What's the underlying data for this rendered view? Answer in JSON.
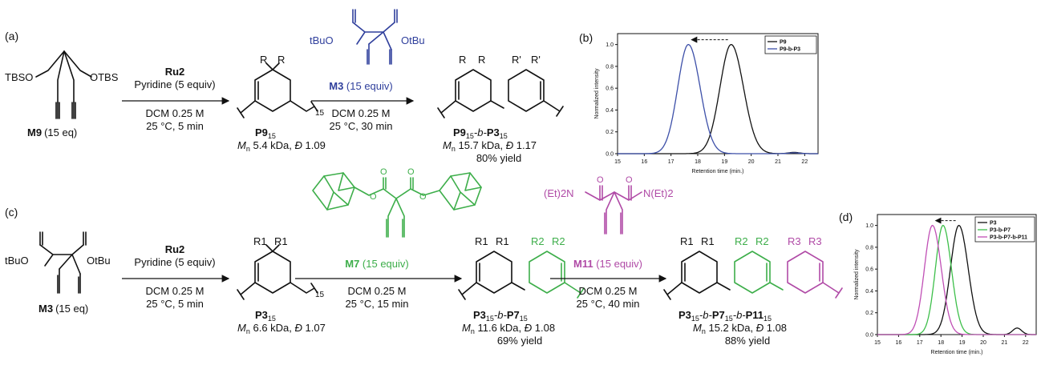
{
  "panels": {
    "a": "(a)",
    "b": "(b)",
    "c": "(c)",
    "d": "(d)"
  },
  "scheme_a": {
    "monomer": {
      "label": "M9",
      "equiv": "(15 eq)",
      "left_group": "TBSO",
      "right_group": "OTBS"
    },
    "step1": {
      "catalyst": "Ru2",
      "additive": "Pyridine (5 equiv)",
      "solvent": "DCM 0.25 M",
      "conditions": "25 °C, 5 min"
    },
    "product1": {
      "label": "P9",
      "sub": "15",
      "substituent": "R",
      "repeat": "15",
      "mn_label": "M",
      "mn_sub": "n",
      "mn_value": " 5.4 kDa, ",
      "disp_symbol": "Đ",
      "disp_value": " 1.09"
    },
    "reagent2": {
      "tbu_left": "tBuO",
      "tbu_right": "OtBu",
      "label": "M3",
      "equiv": " (15 equiv)"
    },
    "step2": {
      "solvent": "DCM 0.25 M",
      "conditions": "25 °C, 30 min"
    },
    "product2": {
      "p1": "P9",
      "s1": "15",
      "b": "-b-",
      "p2": "P3",
      "s2": "15",
      "substituent1": "R",
      "substituent2": "R'",
      "mn_label": "M",
      "mn_sub": "n",
      "mn_value": " 15.7 kDa, ",
      "disp_symbol": "Đ",
      "disp_value": " 1.17",
      "yield": "80% yield"
    }
  },
  "scheme_c": {
    "monomer": {
      "label": "M3",
      "equiv": "(15 eq)",
      "tbu_left": "tBuO",
      "tbu_right": "OtBu"
    },
    "step1": {
      "catalyst": "Ru2",
      "additive": "Pyridine (5 equiv)",
      "solvent": "DCM 0.25 M",
      "conditions": "25 °C, 5 min"
    },
    "product1": {
      "label": "P3",
      "sub": "15",
      "substituent": "R1",
      "repeat": "15",
      "mn_label": "M",
      "mn_sub": "n",
      "mn_value": " 6.6 kDa, ",
      "disp_symbol": "Đ",
      "disp_value": " 1.07"
    },
    "reagent2": {
      "label": "M7",
      "equiv": " (15 equiv)"
    },
    "step2": {
      "solvent": "DCM 0.25 M",
      "conditions": "25 °C, 15 min"
    },
    "product2": {
      "p1": "P3",
      "s1": "15",
      "b": "-b-",
      "p2": "P7",
      "s2": "15",
      "substituent2": "R2",
      "mn_label": "M",
      "mn_sub": "n",
      "mn_value": " 11.6 kDa, ",
      "disp_symbol": "Đ",
      "disp_value": " 1.08",
      "yield": "69% yield"
    },
    "reagent3": {
      "left_group": "(Et)2N",
      "right_group": "N(Et)2",
      "label": "M11",
      "equiv": " (15 equiv)"
    },
    "step3": {
      "solvent": "DCM 0.25 M",
      "conditions": "25 °C, 40 min"
    },
    "product3": {
      "p1": "P3",
      "s1": "15",
      "b1": "-b-",
      "p2": "P7",
      "s2": "15",
      "b2": "-b-",
      "p3": "P11",
      "s3": "15",
      "substituent3": "R3",
      "mn_label": "M",
      "mn_sub": "n",
      "mn_value": " 15.2 kDa, ",
      "disp_symbol": "Đ",
      "disp_value": " 1.08",
      "yield": "88% yield"
    }
  },
  "chart_data": [
    {
      "type": "line",
      "panel": "(b)",
      "xlabel": "Retention time (min.)",
      "ylabel": "Normalized intensity",
      "xlim": [
        15,
        22.5
      ],
      "ylim": [
        0,
        1.1
      ],
      "x_ticks": [
        15,
        16,
        17,
        18,
        19,
        20,
        21,
        22
      ],
      "y_ticks": [
        0.0,
        0.2,
        0.4,
        0.6,
        0.8,
        1.0
      ],
      "legend_position": "top-right",
      "series": [
        {
          "name": "P9",
          "color": "#111111",
          "peak": 19.25,
          "width": 0.42,
          "tail": 0.012
        },
        {
          "name": "P9-b-P3",
          "color": "#3c4fa8",
          "peak": 17.65,
          "width": 0.4,
          "tail": 0.008
        }
      ]
    },
    {
      "type": "line",
      "panel": "(d)",
      "xlabel": "Retention time (min.)",
      "ylabel": "Normalized intensity",
      "xlim": [
        15,
        22.5
      ],
      "ylim": [
        0,
        1.1
      ],
      "x_ticks": [
        15,
        16,
        17,
        18,
        19,
        20,
        21,
        22
      ],
      "y_ticks": [
        0.0,
        0.2,
        0.4,
        0.6,
        0.8,
        1.0
      ],
      "legend_position": "top-right",
      "series": [
        {
          "name": "P3",
          "color": "#111111",
          "peak": 18.85,
          "width": 0.4,
          "tail": 0.06
        },
        {
          "name": "P3-b-P7",
          "color": "#3dbf4a",
          "peak": 18.1,
          "width": 0.36,
          "tail": 0.0
        },
        {
          "name": "P3-b-P7-b-P11",
          "color": "#c04fb5",
          "peak": 17.6,
          "width": 0.38,
          "tail": 0.0
        }
      ]
    }
  ]
}
